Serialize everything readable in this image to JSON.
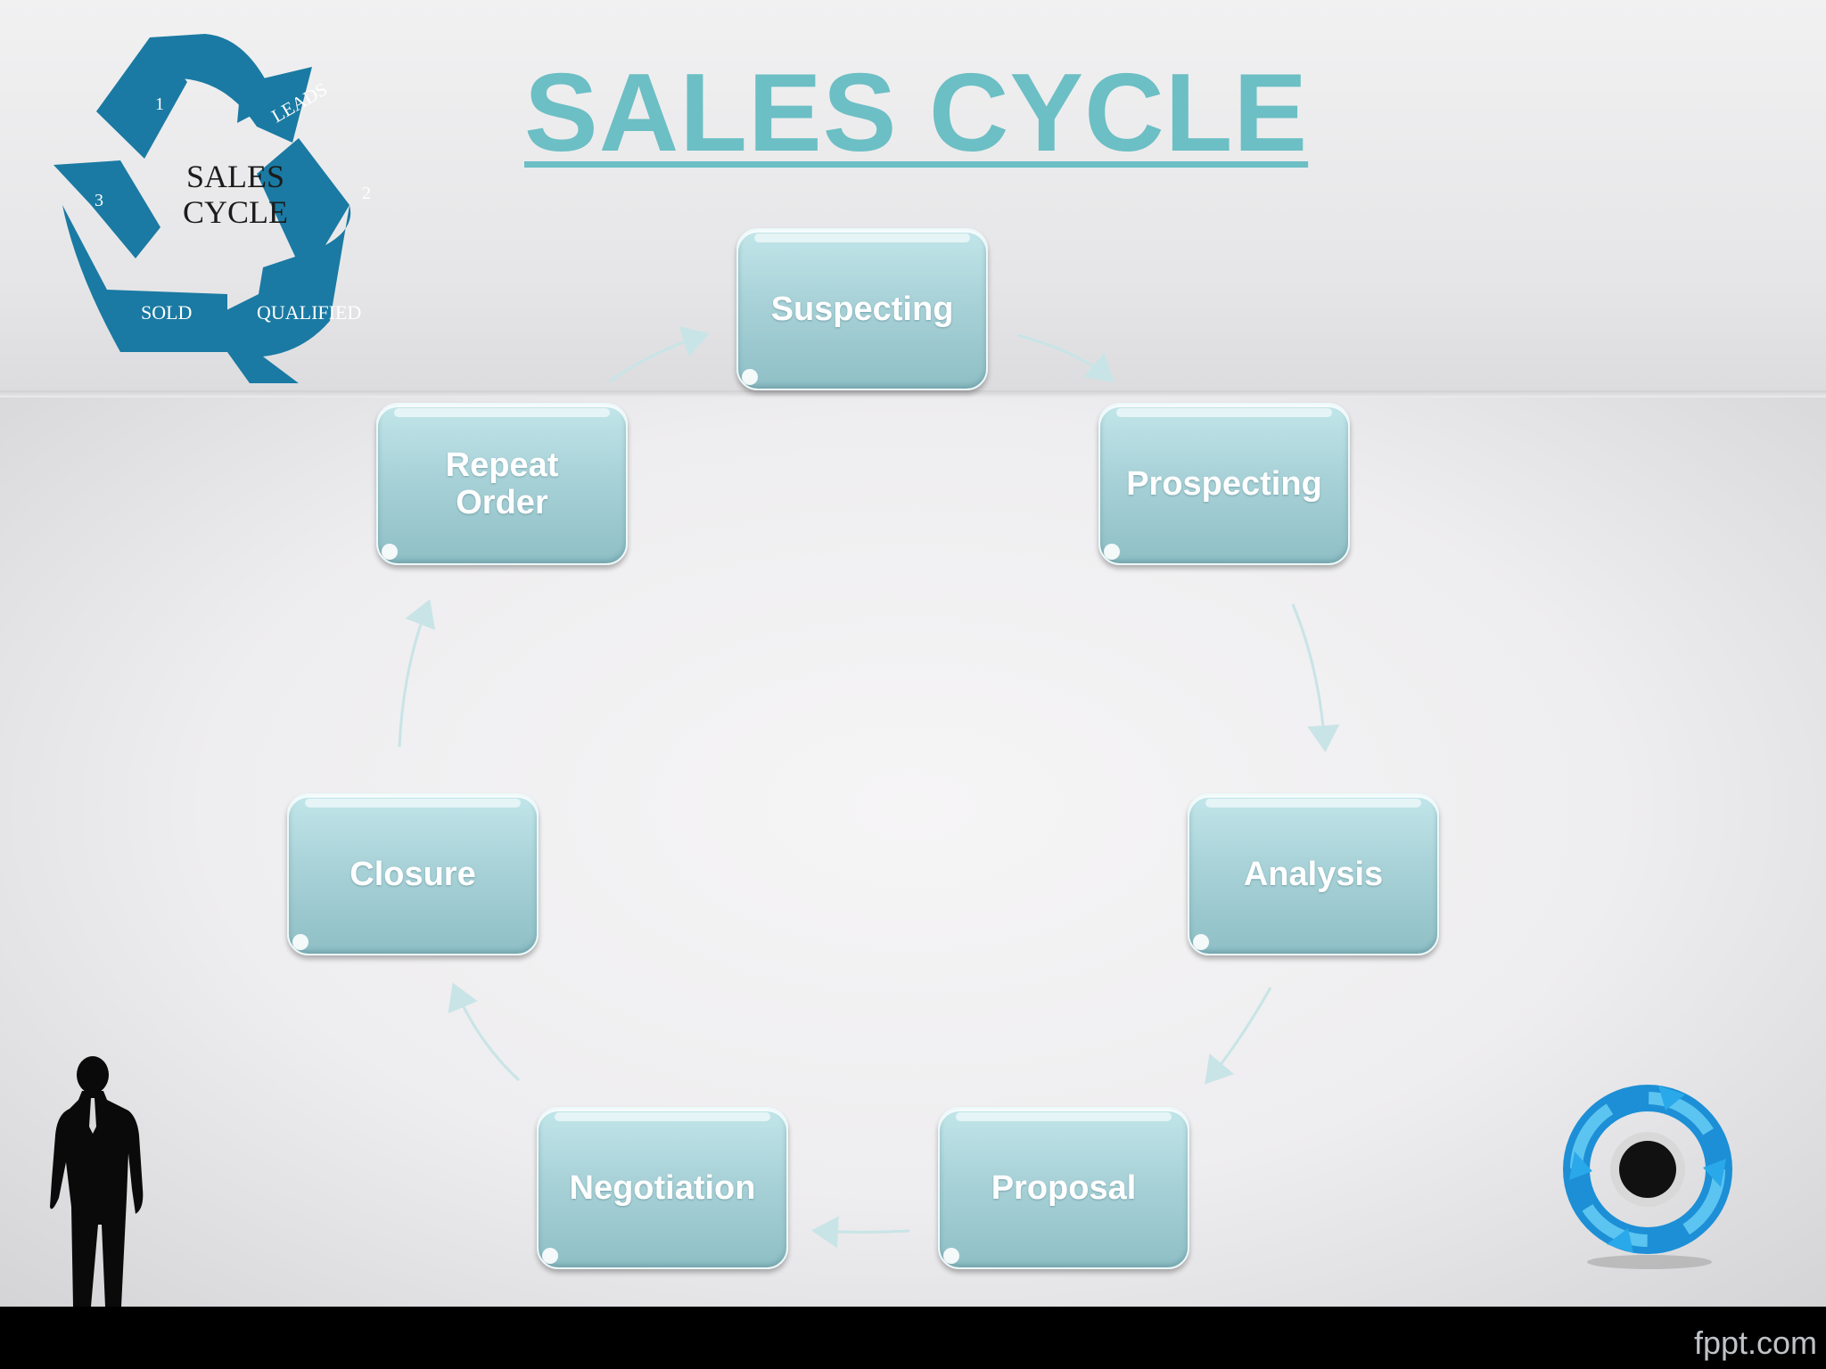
{
  "slide": {
    "title": "SALES CYCLE",
    "footer_brand": "fppt.com"
  },
  "logo": {
    "center_line1": "SALES",
    "center_line2": "CYCLE",
    "segments": [
      {
        "number": "1",
        "label": "LEADS"
      },
      {
        "number": "2",
        "label": "QUALIFIED"
      },
      {
        "number": "3",
        "label": "SOLD"
      }
    ],
    "color": "#1a7aa3"
  },
  "cycle": {
    "nodes": [
      {
        "id": "suspecting",
        "label": "Suspecting"
      },
      {
        "id": "prospecting",
        "label": "Prospecting"
      },
      {
        "id": "analysis",
        "label": "Analysis"
      },
      {
        "id": "proposal",
        "label": "Proposal"
      },
      {
        "id": "negotiation",
        "label": "Negotiation"
      },
      {
        "id": "closure",
        "label": "Closure"
      },
      {
        "id": "repeat-order",
        "label": "Repeat Order"
      }
    ],
    "flow": [
      "suspecting",
      "prospecting",
      "analysis",
      "proposal",
      "negotiation",
      "closure",
      "repeat-order",
      "suspecting"
    ],
    "node_color": "#a8d2d8",
    "arrow_color": "#c8e4e6"
  },
  "icons": {
    "figure": "businessman-silhouette-icon",
    "cycle": "circular-arrows-icon"
  }
}
